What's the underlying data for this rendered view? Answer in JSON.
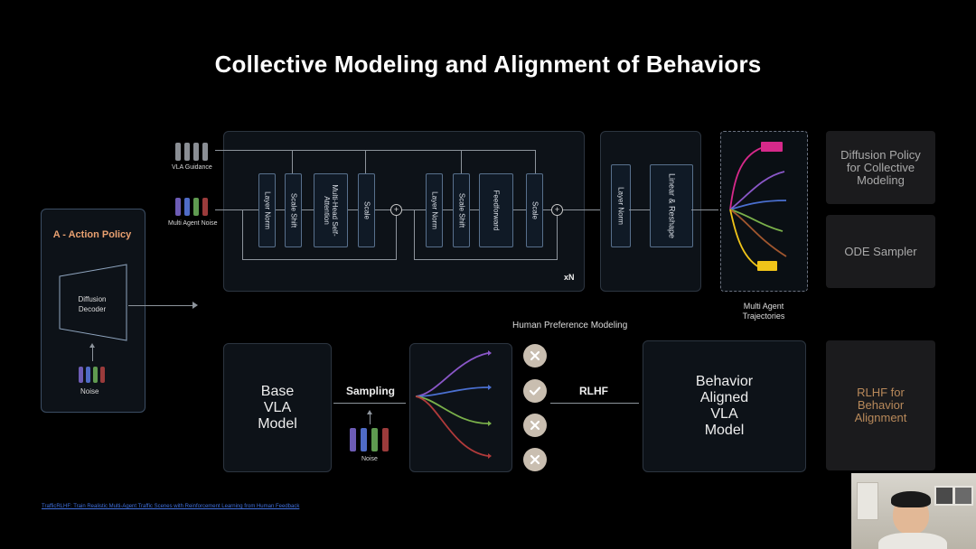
{
  "title": "Collective Modeling and Alignment of Behaviors",
  "transformer": {
    "vla_guidance": "VLA Guidance",
    "multi_agent_noise": "Multi Agent Noise",
    "blocks": [
      "Layer Norm",
      "Scale Shift",
      "Multi-Head Self-Attention",
      "Scale",
      "Layer Norm",
      "Scale Shift",
      "Feedforward",
      "Scale"
    ],
    "repeat": "xN",
    "plus": "+"
  },
  "output_block": {
    "layer_norm": "Layer Norm",
    "linear": "Linear & Reshape"
  },
  "trajectories_label": "Multi Agent Trajectories",
  "action_policy": {
    "title": "A - Action Policy",
    "decoder": "Diffusion Decoder",
    "noise": "Noise"
  },
  "bottom": {
    "base_model": "Base VLA Model",
    "sampling": "Sampling",
    "noise": "Noise",
    "preference_title": "Human Preference Modeling",
    "rlhf": "RLHF",
    "aligned_model": "Behavior Aligned VLA Model"
  },
  "side_labels": {
    "diffusion_policy": "Diffusion Policy for Collective Modeling",
    "ode": "ODE Sampler",
    "rlhf_alignment": "RLHF for Behavior Alignment"
  },
  "footer_link": "TrafficRLHF: Train Realistic Multi-Agent Traffic Scenes with Reinforcement Learning from Human Feedback",
  "colors": {
    "magenta": "#d6298a",
    "yellow": "#f0c419",
    "purple": "#8a57c8",
    "blue": "#4a6fd0",
    "green": "#7ab04a",
    "red": "#b03a3a",
    "brown": "#a0562e"
  },
  "preference_icons": [
    "x-icon",
    "check-icon",
    "x-icon",
    "x-icon"
  ]
}
